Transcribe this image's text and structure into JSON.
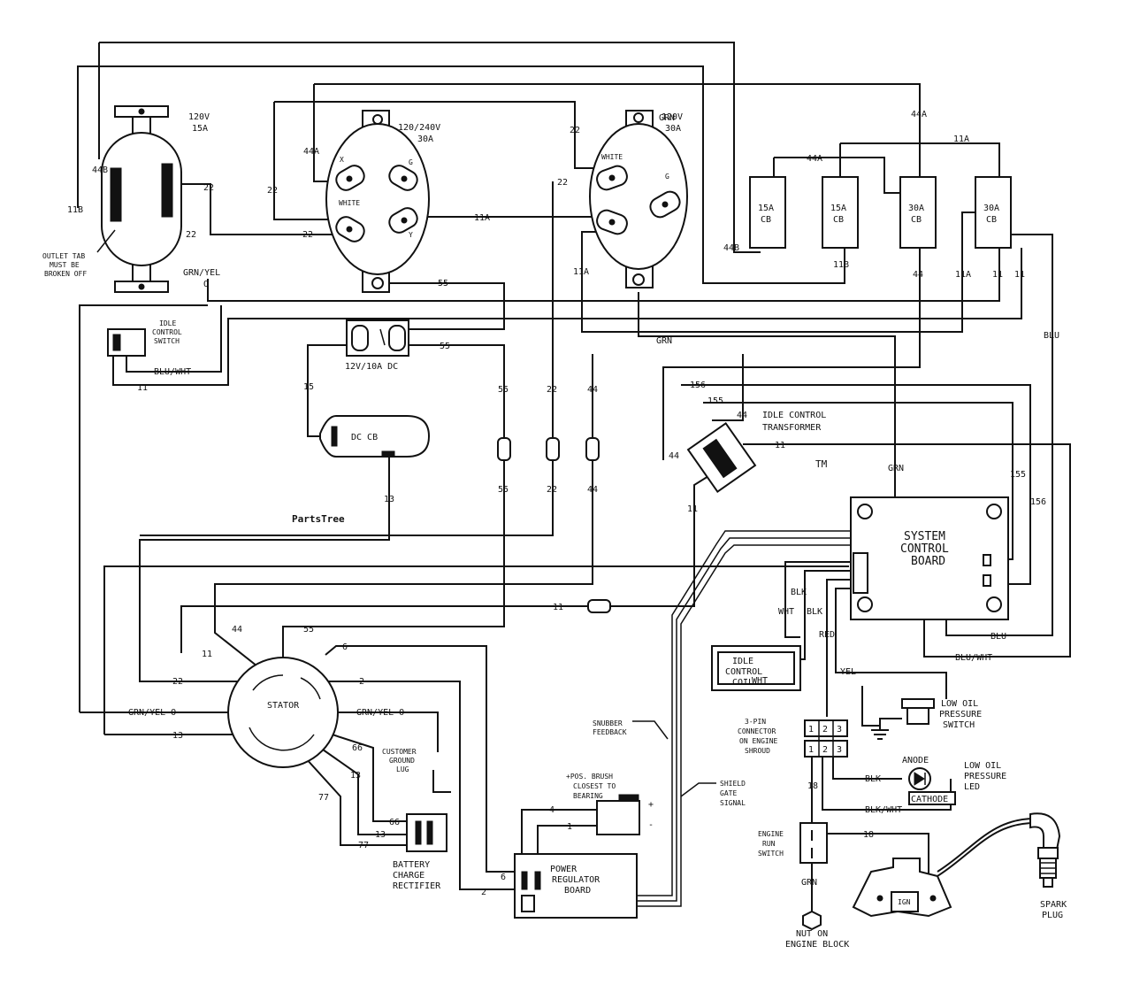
{
  "watermark": {
    "text": "PartsTree",
    "tm": "TM"
  },
  "outlets": {
    "o120_15": {
      "line1": "120V",
      "line2": "15A"
    },
    "o120_240": {
      "line1": "120/240V",
      "line2": "30A"
    },
    "o120_30": {
      "line1": "120V",
      "line2": "30A"
    },
    "terminal_x": "X",
    "terminal_g": "G",
    "terminal_y": "Y",
    "white": "WHITE",
    "outlet_tab": [
      "OUTLET TAB",
      "MUST BE",
      "BROKEN OFF"
    ]
  },
  "breakers": [
    {
      "line1": "15A",
      "line2": "CB"
    },
    {
      "line1": "15A",
      "line2": "CB"
    },
    {
      "line1": "30A",
      "line2": "CB"
    },
    {
      "line1": "30A",
      "line2": "CB"
    }
  ],
  "components": {
    "idle_switch": [
      "IDLE",
      "CONTROL",
      "SWITCH"
    ],
    "dc_outlet": "12V/10A DC",
    "dc_cb": "DC CB",
    "idle_transformer": [
      "IDLE CONTROL",
      "TRANSFORMER"
    ],
    "system_board": [
      "SYSTEM",
      "CONTROL",
      "BOARD"
    ],
    "idle_coil": [
      "IDLE",
      "CONTROL",
      "COIL"
    ],
    "stator": "STATOR",
    "ground_lug": [
      "CUSTOMER",
      "GROUND",
      "LUG"
    ],
    "battery_rect": [
      "BATTERY",
      "CHARGE",
      "RECTIFIER"
    ],
    "power_reg": [
      "POWER",
      "REGULATOR",
      "BOARD"
    ],
    "brush": [
      "+POS. BRUSH",
      "CLOSEST TO",
      "BEARING"
    ],
    "snubber": [
      "SNUBBER",
      "FEEDBACK"
    ],
    "shield": [
      "SHIELD",
      "GATE",
      "SIGNAL"
    ],
    "low_oil_switch": [
      "LOW OIL",
      "PRESSURE",
      "SWITCH"
    ],
    "connector": [
      "3-PIN",
      "CONNECTOR",
      "ON ENGINE",
      "SHROUD"
    ],
    "pins": [
      "1",
      "2",
      "3"
    ],
    "anode": "ANODE",
    "cathode": "CATHODE",
    "low_oil_led": [
      "LOW OIL",
      "PRESSURE",
      "LED"
    ],
    "engine_run": [
      "ENGINE",
      "RUN",
      "SWITCH"
    ],
    "nut": [
      "NUT ON",
      "ENGINE BLOCK"
    ],
    "ign": "IGN",
    "spark_plug": [
      "SPARK",
      "PLUG"
    ],
    "plus": "+",
    "minus": "-"
  },
  "wires": {
    "w11": "11",
    "w11A": "11A",
    "w11B": "11B",
    "w22": "22",
    "w44": "44",
    "w44A": "44A",
    "w44B": "44B",
    "w55": "55",
    "w13": "13",
    "w15": "15",
    "w6": "6",
    "w2": "2",
    "w66": "66",
    "w77": "77",
    "w4": "4",
    "w1": "1",
    "w18": "18",
    "w155": "155",
    "w156": "156",
    "grn": "GRN",
    "blu": "BLU",
    "blk": "BLK",
    "wht": "WHT",
    "red": "RED",
    "yel": "YEL",
    "blu_wht": "BLU/WHT",
    "blk_wht": "BLK/WHT",
    "grn_yel": "GRN/YEL",
    "grn_yel_o": "GRN/YEL O"
  }
}
